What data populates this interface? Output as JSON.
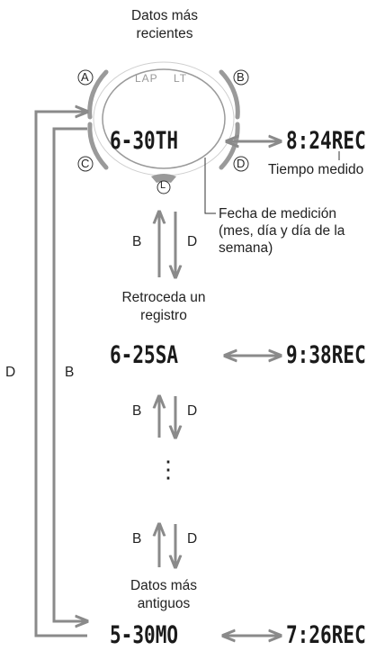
{
  "header": {
    "line1": "Datos más",
    "line2": "recientes"
  },
  "watch": {
    "labels": {
      "lap": "LAP",
      "lt": "LT"
    },
    "buttons": {
      "a": "A",
      "b": "B",
      "c": "C",
      "d": "D",
      "l": "L"
    }
  },
  "records": [
    {
      "date": "6-30TH",
      "time": "8:24REC"
    },
    {
      "date": "6-25SA",
      "time": "9:38REC"
    },
    {
      "date": "5-30MO",
      "time": "7:26REC"
    }
  ],
  "annotations": {
    "measured_time": "Tiempo medido",
    "date_line1": "Fecha de medición",
    "date_line2": "(mes, día y día de la",
    "date_line3": "semana)"
  },
  "step_back": {
    "line1": "Retroceda un",
    "line2": "registro"
  },
  "oldest": {
    "line1": "Datos más",
    "line2": "antiguos"
  },
  "nav": {
    "b": "B",
    "d": "D",
    "ellipsis": "⋮"
  },
  "colors": {
    "arrow": "#8a8a8a",
    "line": "#333333"
  }
}
